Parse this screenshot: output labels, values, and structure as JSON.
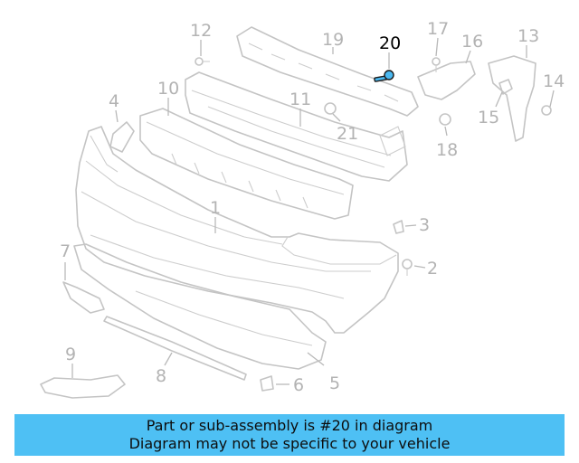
{
  "diagram": {
    "highlighted_part": "20",
    "callouts": [
      "1",
      "2",
      "3",
      "4",
      "5",
      "6",
      "7",
      "8",
      "9",
      "10",
      "11",
      "12",
      "13",
      "14",
      "15",
      "16",
      "17",
      "18",
      "19",
      "20",
      "21"
    ]
  },
  "caption": {
    "line1": "Part or sub-assembly is #20 in diagram",
    "line2": "Diagram may not be specific to your vehicle"
  },
  "colors": {
    "banner": "#4ec0f4",
    "highlight": "#4ab8f0",
    "part_lines": "#c4c4c4"
  }
}
